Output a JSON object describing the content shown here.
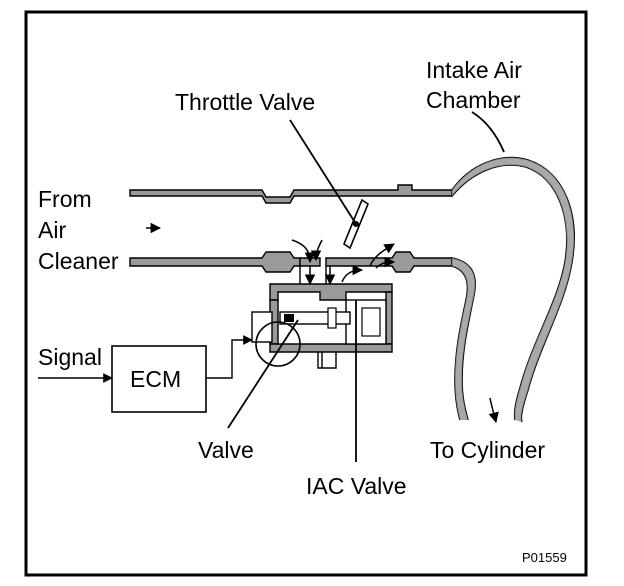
{
  "labels": {
    "throttle_valve": "Throttle Valve",
    "intake_air_line1": "Intake Air",
    "intake_air_line2": "Chamber",
    "from_line1": "From",
    "from_line2": "Air",
    "from_line3": "Cleaner",
    "signal": "Signal",
    "ecm": "ECM",
    "valve": "Valve",
    "iac_valve": "IAC Valve",
    "to_cylinder": "To Cylinder"
  },
  "figure_code": "P01559"
}
